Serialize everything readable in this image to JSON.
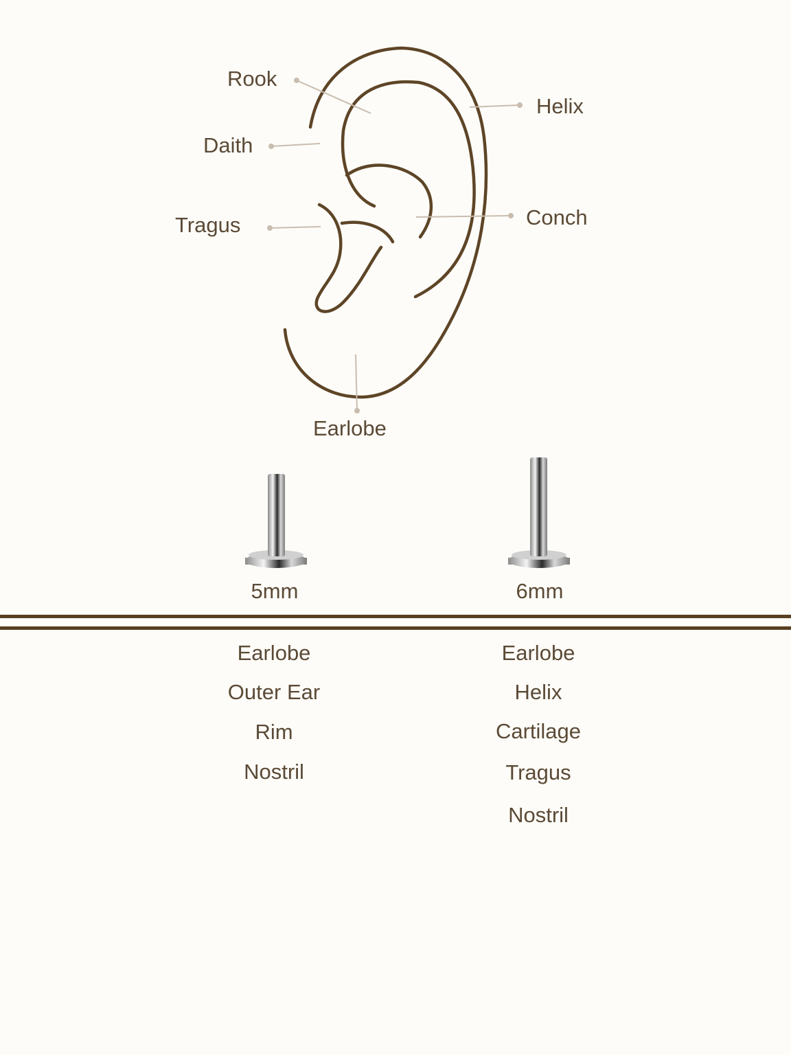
{
  "diagram": {
    "labels": {
      "rook": "Rook",
      "daith": "Daith",
      "tragus": "Tragus",
      "helix": "Helix",
      "conch": "Conch",
      "earlobe": "Earlobe"
    },
    "colors": {
      "ear_line": "#5e4527",
      "leader_line": "#c9bdb0",
      "text": "#5b4a36",
      "divider": "#5a4020",
      "background": "#fdfcf8"
    }
  },
  "products": [
    {
      "size": "5mm",
      "uses": [
        "Earlobe",
        "Outer Ear",
        "Rim",
        "Nostril"
      ]
    },
    {
      "size": "6mm",
      "uses": [
        "Earlobe",
        "Helix",
        "Cartilage",
        "Tragus",
        "Nostril"
      ]
    }
  ]
}
